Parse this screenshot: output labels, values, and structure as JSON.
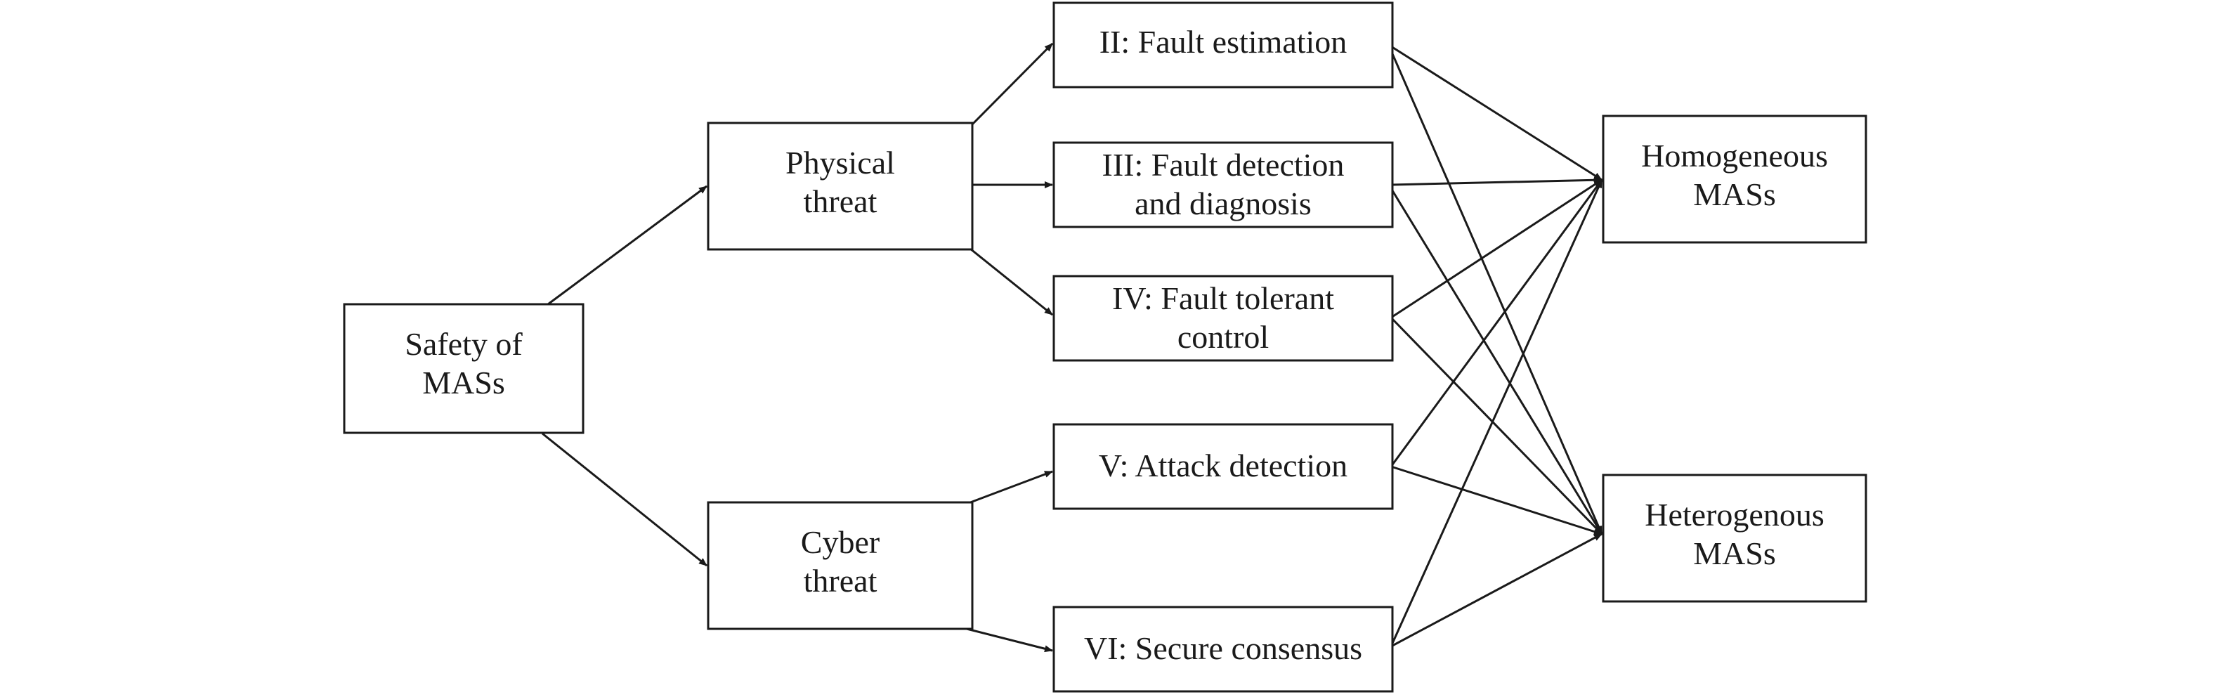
{
  "nodes": {
    "safety": {
      "lines": [
        "Safety of",
        "MASs"
      ]
    },
    "physical": {
      "lines": [
        "Physical",
        "threat"
      ]
    },
    "cyber": {
      "lines": [
        "Cyber",
        "threat"
      ]
    },
    "fault_estimation": {
      "lines": [
        "II: Fault estimation"
      ]
    },
    "fault_detection": {
      "lines": [
        "III: Fault detection",
        "and diagnosis"
      ]
    },
    "fault_tolerant": {
      "lines": [
        "IV: Fault tolerant",
        "control"
      ]
    },
    "attack_detection": {
      "lines": [
        "V: Attack detection"
      ]
    },
    "secure_consensus": {
      "lines": [
        "VI: Secure consensus"
      ]
    },
    "homogeneous": {
      "lines": [
        "Homogeneous",
        "MASs"
      ]
    },
    "heterogenous": {
      "lines": [
        "Heterogenous",
        "MASs"
      ]
    }
  },
  "colors": {
    "stroke": "#1a1a1a",
    "background": "#ffffff"
  }
}
